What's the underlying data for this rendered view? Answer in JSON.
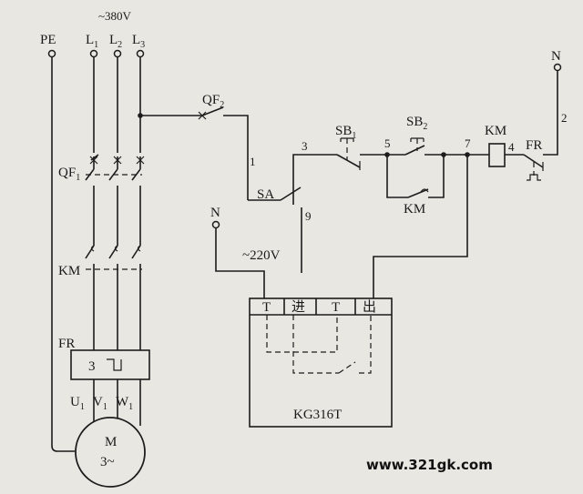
{
  "supply": {
    "voltage_label": "~380V",
    "pe": "PE",
    "l1": "L",
    "l1_sub": "1",
    "l2": "L",
    "l2_sub": "2",
    "l3": "L",
    "l3_sub": "3"
  },
  "power_circuit": {
    "qf1": "QF",
    "qf1_sub": "1",
    "km": "KM",
    "fr": "FR",
    "fr_box_number": "3",
    "u1": "U",
    "u1_sub": "1",
    "v1": "V",
    "v1_sub": "1",
    "w1": "W",
    "w1_sub": "1",
    "motor_line1": "M",
    "motor_line2": "3~"
  },
  "control_circuit": {
    "qf2": "QF",
    "qf2_sub": "2",
    "node_1": "1",
    "node_2": "2",
    "node_3": "3",
    "node_4": "4",
    "node_5": "5",
    "node_7": "7",
    "node_9": "9",
    "sa": "SA",
    "sb1": "SB",
    "sb1_sub": "1",
    "sb2": "SB",
    "sb2_sub": "2",
    "km_coil": "KM",
    "km_aux": "KM",
    "fr_contact": "FR",
    "n_right": "N",
    "n_left": "N",
    "voltage_220": "~220V"
  },
  "controller": {
    "terminal_1": "T",
    "terminal_2": "进",
    "terminal_3": "T",
    "terminal_4": "出",
    "model": "KG316T"
  },
  "watermark": "www.321gk.com"
}
